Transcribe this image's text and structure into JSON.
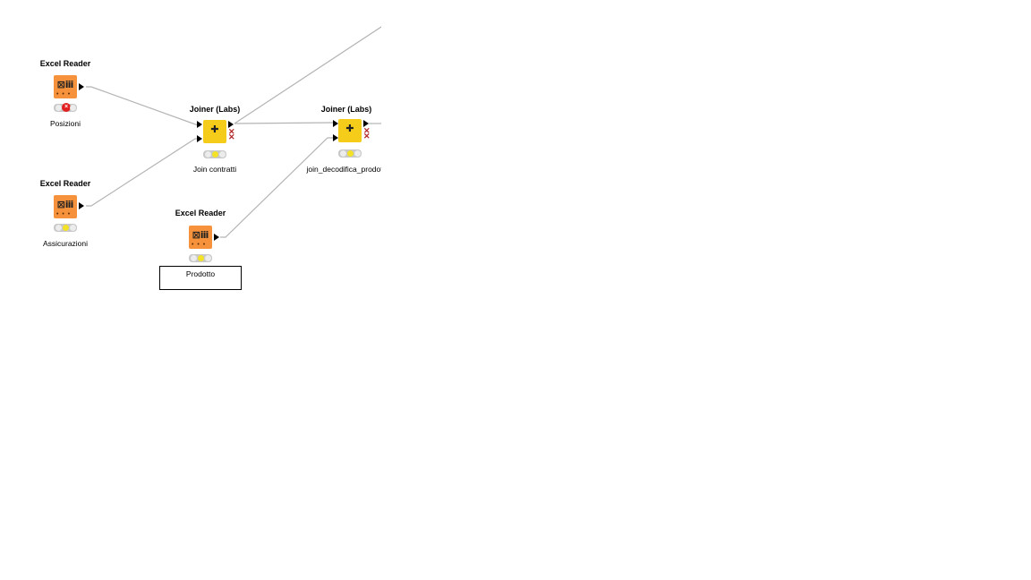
{
  "workflow": {
    "nodes": [
      {
        "id": "excel_reader_posizioni",
        "title": "Excel Reader",
        "label": "Posizioni",
        "status": "error"
      },
      {
        "id": "excel_reader_assicurazioni",
        "title": "Excel Reader",
        "label": "Assicurazioni",
        "status": "configured"
      },
      {
        "id": "excel_reader_prodotto",
        "title": "Excel Reader",
        "label": "Prodotto",
        "status": "configured"
      },
      {
        "id": "joiner_contratti",
        "title": "Joiner (Labs)",
        "label": "Join contratti",
        "status": "configured"
      },
      {
        "id": "joiner_decodifica",
        "title": "Joiner (Labs)",
        "label": "join_decodifica_prodotto_",
        "status": "configured"
      }
    ]
  },
  "icons": {
    "reader_glyph": "⊠ⅲ",
    "joiner_glyph": "✚",
    "error_glyph": "×",
    "dots": "• • •"
  },
  "colors": {
    "reader": "#f6923b",
    "joiner": "#f6cc1a",
    "edge": "#b4b4b4",
    "error": "#e21f1f",
    "warning": "#f3e227"
  }
}
